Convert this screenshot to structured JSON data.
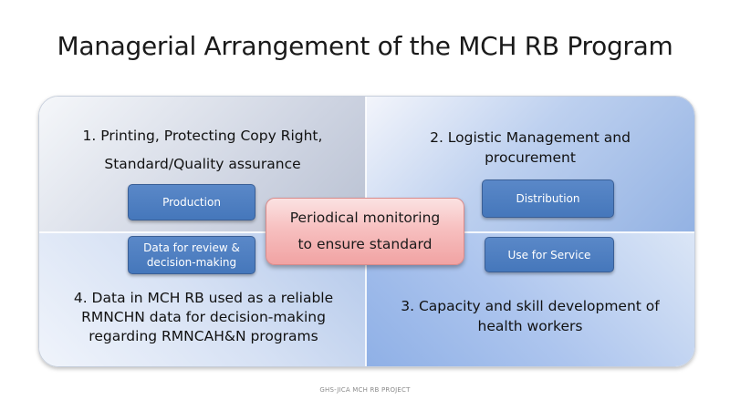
{
  "title": "Managerial Arrangement of the MCH RB Program",
  "quadrants": {
    "top_left": {
      "lines": [
        "1. Printing, Protecting Copy Right,",
        "Standard/Quality assurance"
      ]
    },
    "top_right": {
      "lines": [
        "2. Logistic Management and",
        "procurement"
      ]
    },
    "bottom_right": {
      "lines": [
        "3. Capacity and skill development of",
        "health workers"
      ]
    },
    "bottom_left": {
      "lines": [
        "4. Data in MCH RB used as a reliable",
        "RMNCHN data for decision-making",
        "regarding RMNCAH&N programs"
      ]
    }
  },
  "tags": {
    "production": "Production",
    "distribution": "Distribution",
    "data_review": [
      "Data for review &",
      "decision-making"
    ],
    "use_for_service": "Use for Service"
  },
  "center": {
    "lines": [
      "Periodical monitoring",
      "to ensure standard"
    ]
  },
  "footer": "GHS-JICA MCH RB PROJECT",
  "colors": {
    "tag_fill": "#4f7fc1",
    "center_fill": "#f5b5b5",
    "quadrant_top_left": "#c9d0de",
    "quadrant_blue": "#a9c2ec"
  }
}
